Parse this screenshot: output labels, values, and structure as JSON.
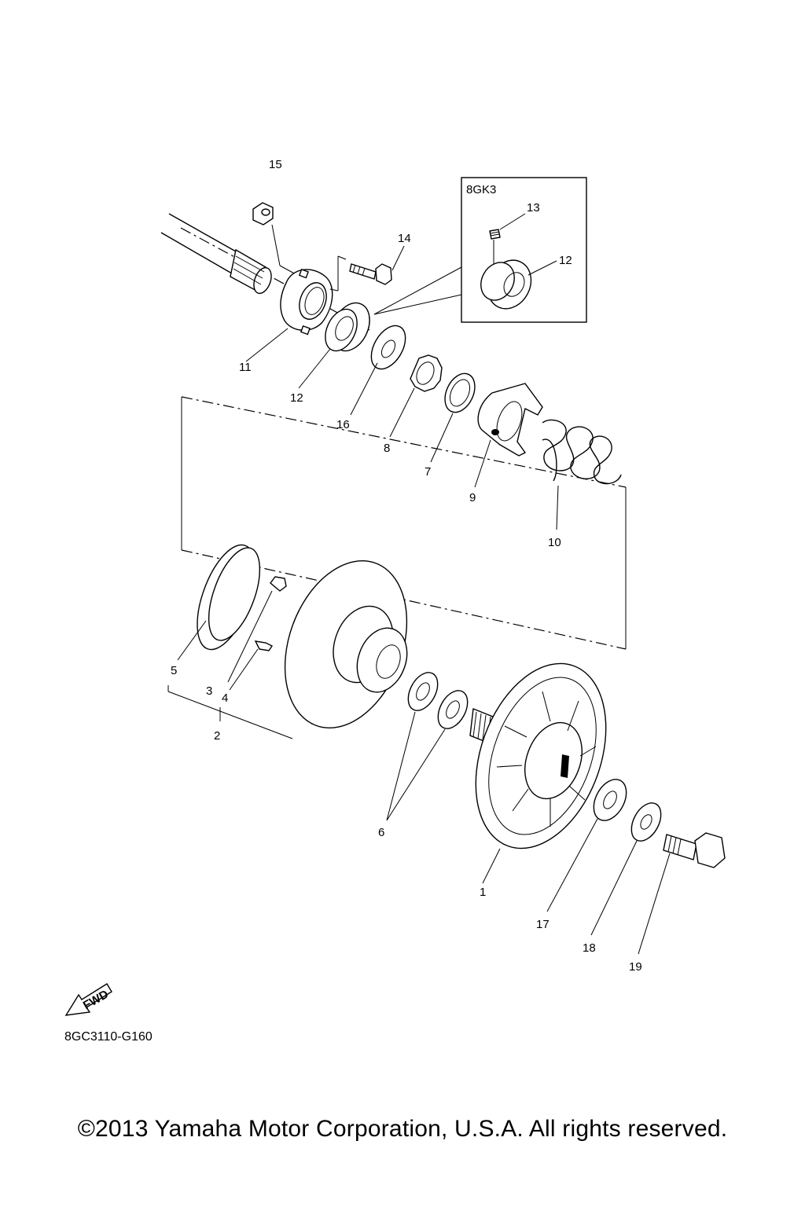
{
  "variant_box": {
    "label": "8GK3",
    "callouts": [
      "13",
      "12"
    ]
  },
  "callouts": [
    "15",
    "14",
    "11",
    "12",
    "16",
    "8",
    "7",
    "9",
    "10",
    "5",
    "3",
    "4",
    "2",
    "6",
    "1",
    "17",
    "18",
    "19"
  ],
  "fwd_label": "FWD",
  "diagram_code": "8GC3110-G160",
  "copyright": "©2013 Yamaha Motor Corporation, U.S.A. All rights reserved."
}
